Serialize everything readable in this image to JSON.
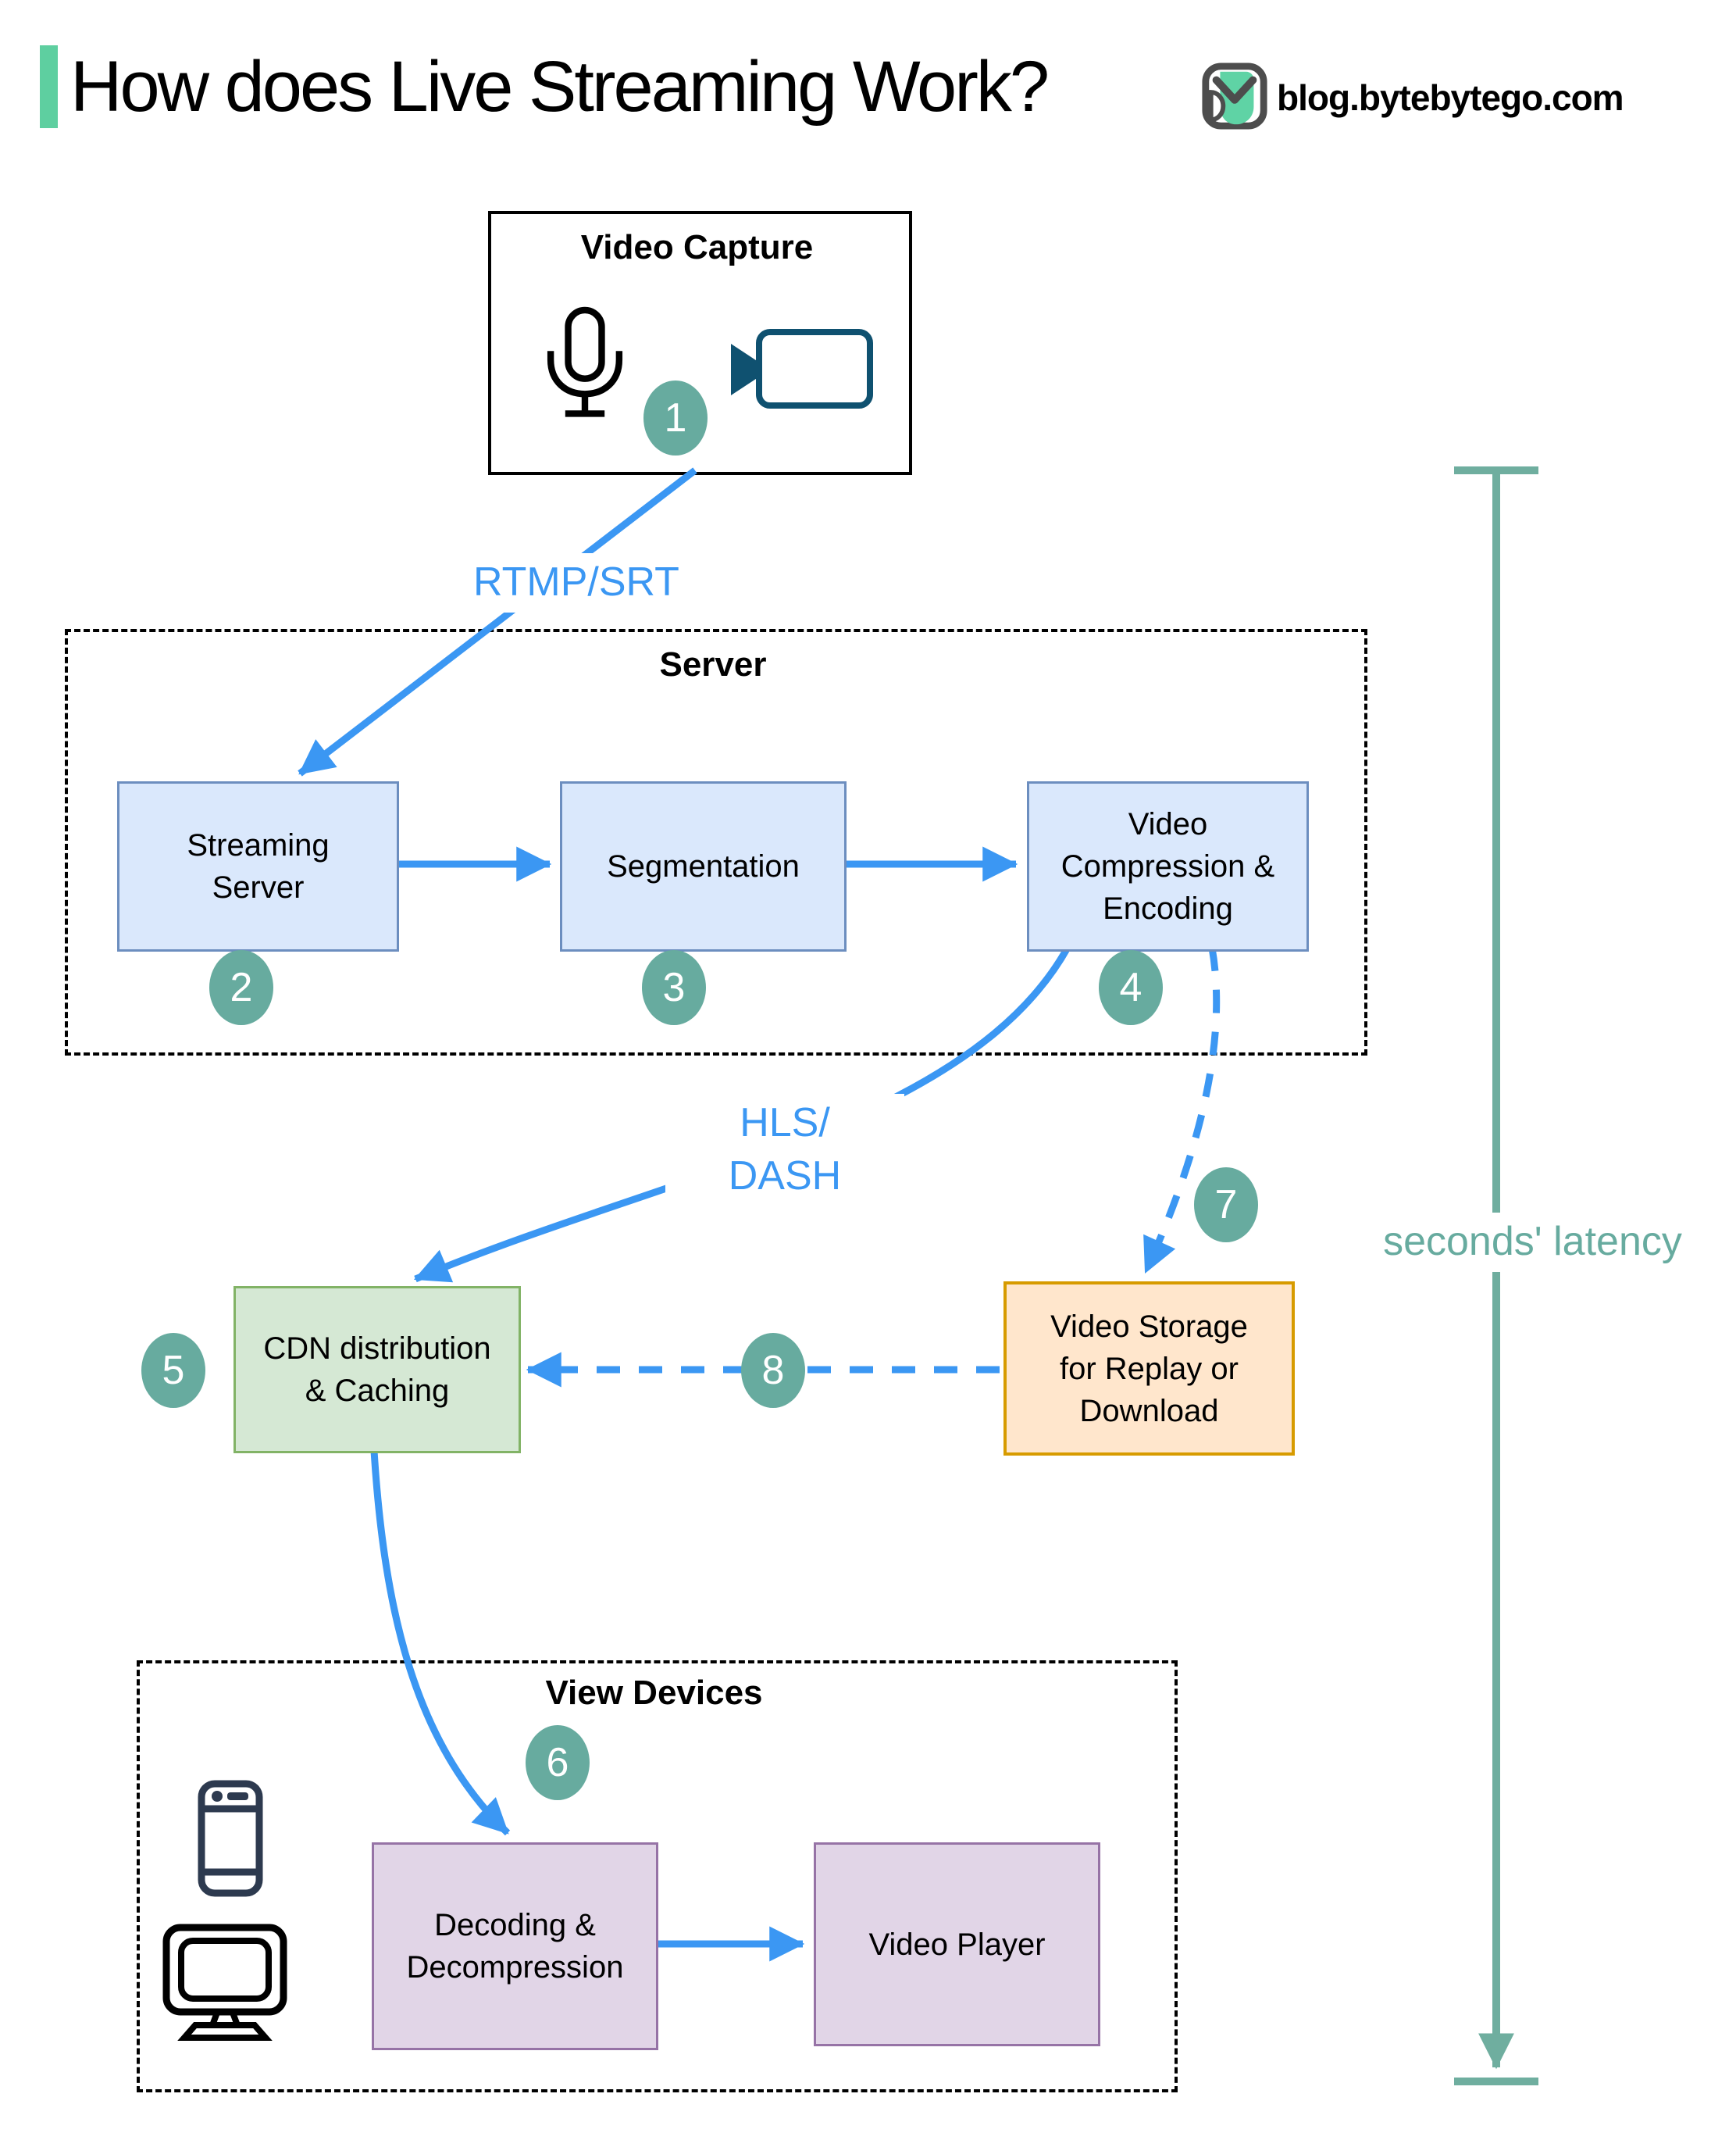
{
  "header": {
    "title": "How does Live Streaming Work?",
    "accent_color": "#5ECFA0",
    "brand": {
      "site": "blog.bytebytego.com",
      "logo_green": "#5FD3A5"
    }
  },
  "groups": {
    "server": {
      "title": "Server"
    },
    "view_devices": {
      "title": "View Devices"
    }
  },
  "nodes": {
    "video_capture": {
      "title": "Video Capture",
      "icons": [
        "microphone-icon",
        "video-camera-icon"
      ]
    },
    "streaming_server": {
      "label": "Streaming\nServer"
    },
    "segmentation": {
      "label": "Segmentation"
    },
    "video_compression": {
      "label": "Video\nCompression &\nEncoding"
    },
    "cdn": {
      "label": "CDN distribution\n& Caching"
    },
    "video_storage": {
      "label": "Video Storage\nfor Replay or\nDownload"
    },
    "decoding": {
      "label": "Decoding &\nDecompression"
    },
    "video_player": {
      "label": "Video Player"
    }
  },
  "edge_labels": {
    "ingest_protocol": "RTMP/SRT",
    "delivery_protocol": "HLS/\nDASH",
    "latency": "seconds' latency"
  },
  "badges": [
    "1",
    "2",
    "3",
    "4",
    "5",
    "6",
    "7",
    "8"
  ],
  "colors": {
    "arrow_blue": "#3B97F3",
    "badge_teal": "#67AB9F",
    "latency_teal": "#6FAE9F",
    "node_blue_fill": "#DAE8FC",
    "node_blue_border": "#6C8EBF",
    "node_green_fill": "#D5E8D4",
    "node_green_border": "#82B366",
    "node_orange_fill": "#FFE6CC",
    "node_orange_border": "#D79B00",
    "node_purple_fill": "#E1D5E7",
    "node_purple_border": "#9673A6",
    "camera_icon": "#0F5170",
    "phone_icon": "#2D3A4F"
  }
}
